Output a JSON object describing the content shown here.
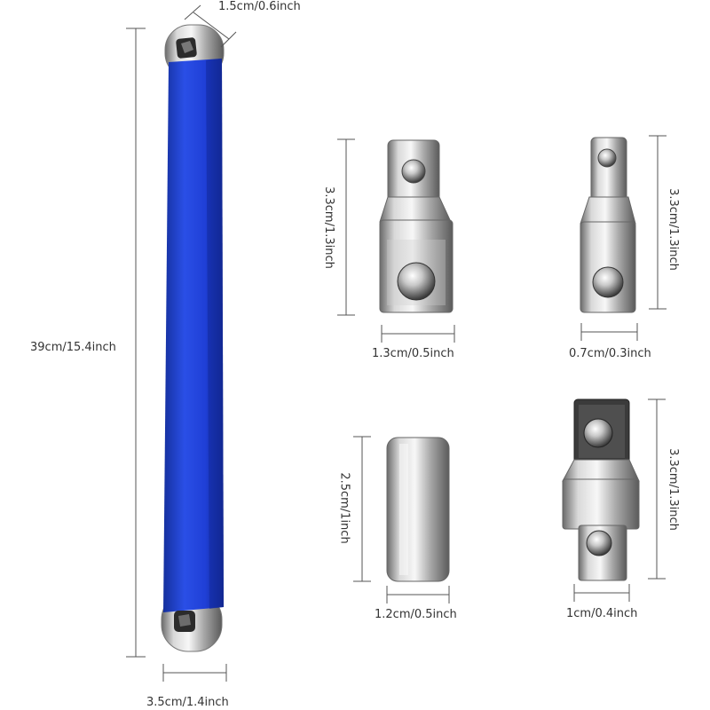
{
  "colors": {
    "handle": "#1f3fd6",
    "handle_dark": "#14289a",
    "chrome_light": "#f2f2f2",
    "chrome_mid": "#b9b9b9",
    "chrome_dark": "#5f5f5f",
    "dimension_line": "#555555"
  },
  "dimensions": {
    "wrench_head_width": "1.5cm/0.6inch",
    "wrench_length": "39cm/15.4inch",
    "wrench_width": "3.5cm/1.4inch",
    "adapter1_height": "3.3cm/1.3inch",
    "adapter1_width": "1.3cm/0.5inch",
    "adapter2_height": "3.3cm/1.3inch",
    "adapter2_width": "0.7cm/0.3inch",
    "socket_height": "2.5cm/1inch",
    "socket_width": "1.2cm/0.5inch",
    "adapter3_height": "3.3cm/1.3inch",
    "adapter3_width": "1cm/0.4inch"
  }
}
